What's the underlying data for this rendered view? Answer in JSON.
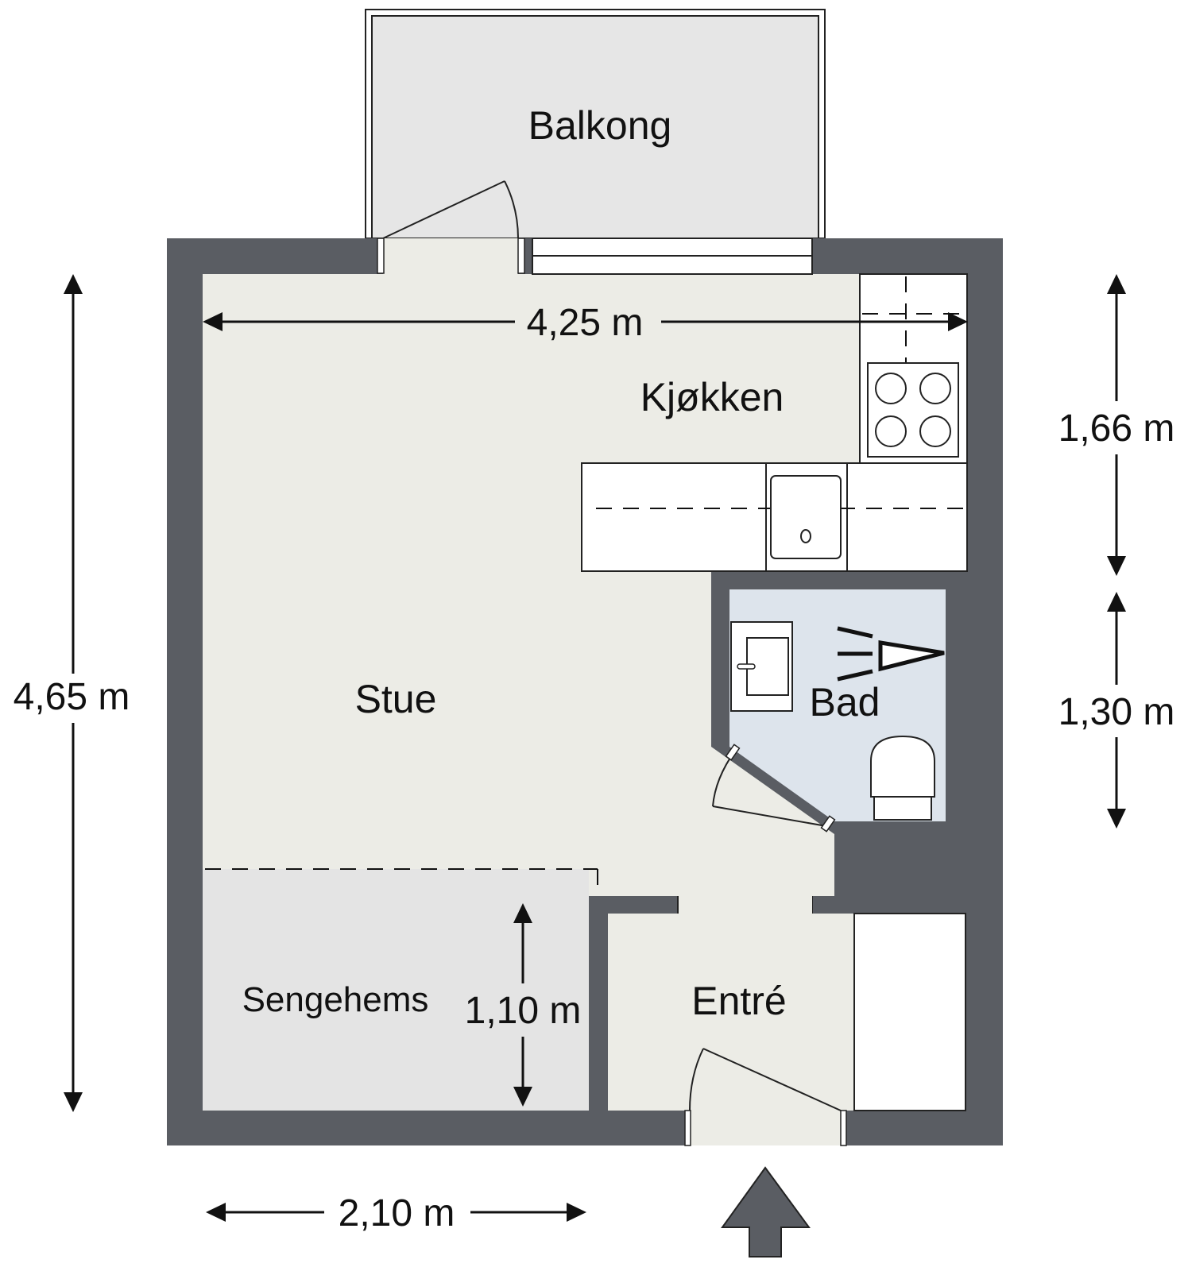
{
  "rooms": {
    "balcony": "Balkong",
    "kitchen": "Kjøkken",
    "living": "Stue",
    "bath": "Bad",
    "loft": "Sengehems",
    "entry": "Entré"
  },
  "dimensions": {
    "top_width": "4,25 m",
    "left_height": "4,65 m",
    "kitchen_height": "1,66 m",
    "bath_height": "1,30 m",
    "loft_height": "1,10 m",
    "bottom_width": "2,10 m"
  },
  "colors": {
    "wall": "#5a5d63",
    "floor": "#ecece6",
    "balcony": "#e6e6e6",
    "loft": "#e4e4e4",
    "bath": "#dde4ec",
    "arrow": "#5a5d63"
  },
  "icons": {
    "entrance": "entrance-arrow-icon",
    "stove": "stove-icon",
    "sink": "sink-icon",
    "toilet": "toilet-icon",
    "shower": "shower-icon"
  }
}
